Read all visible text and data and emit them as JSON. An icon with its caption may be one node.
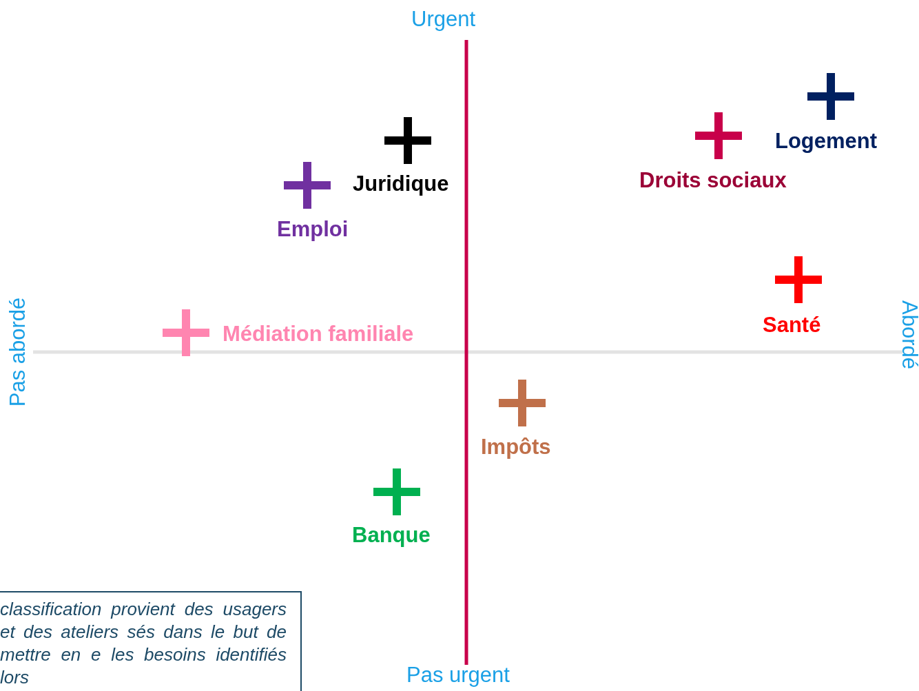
{
  "diagram": {
    "nodes": [
      {
        "text": [
          "classification provient des usagers et des ateliers sés dans le but de mettre en e les besoins identifiés lors"
        ]
      }
    ],
    "labels": [
      "Urgent",
      "Logement",
      "Juridique",
      "Droits sociaux",
      "Emploi",
      "Santé",
      "Médiation familiale",
      "Pas abordé",
      "Abordé",
      "Impôts",
      "Banque",
      "Pas urgent"
    ]
  }
}
